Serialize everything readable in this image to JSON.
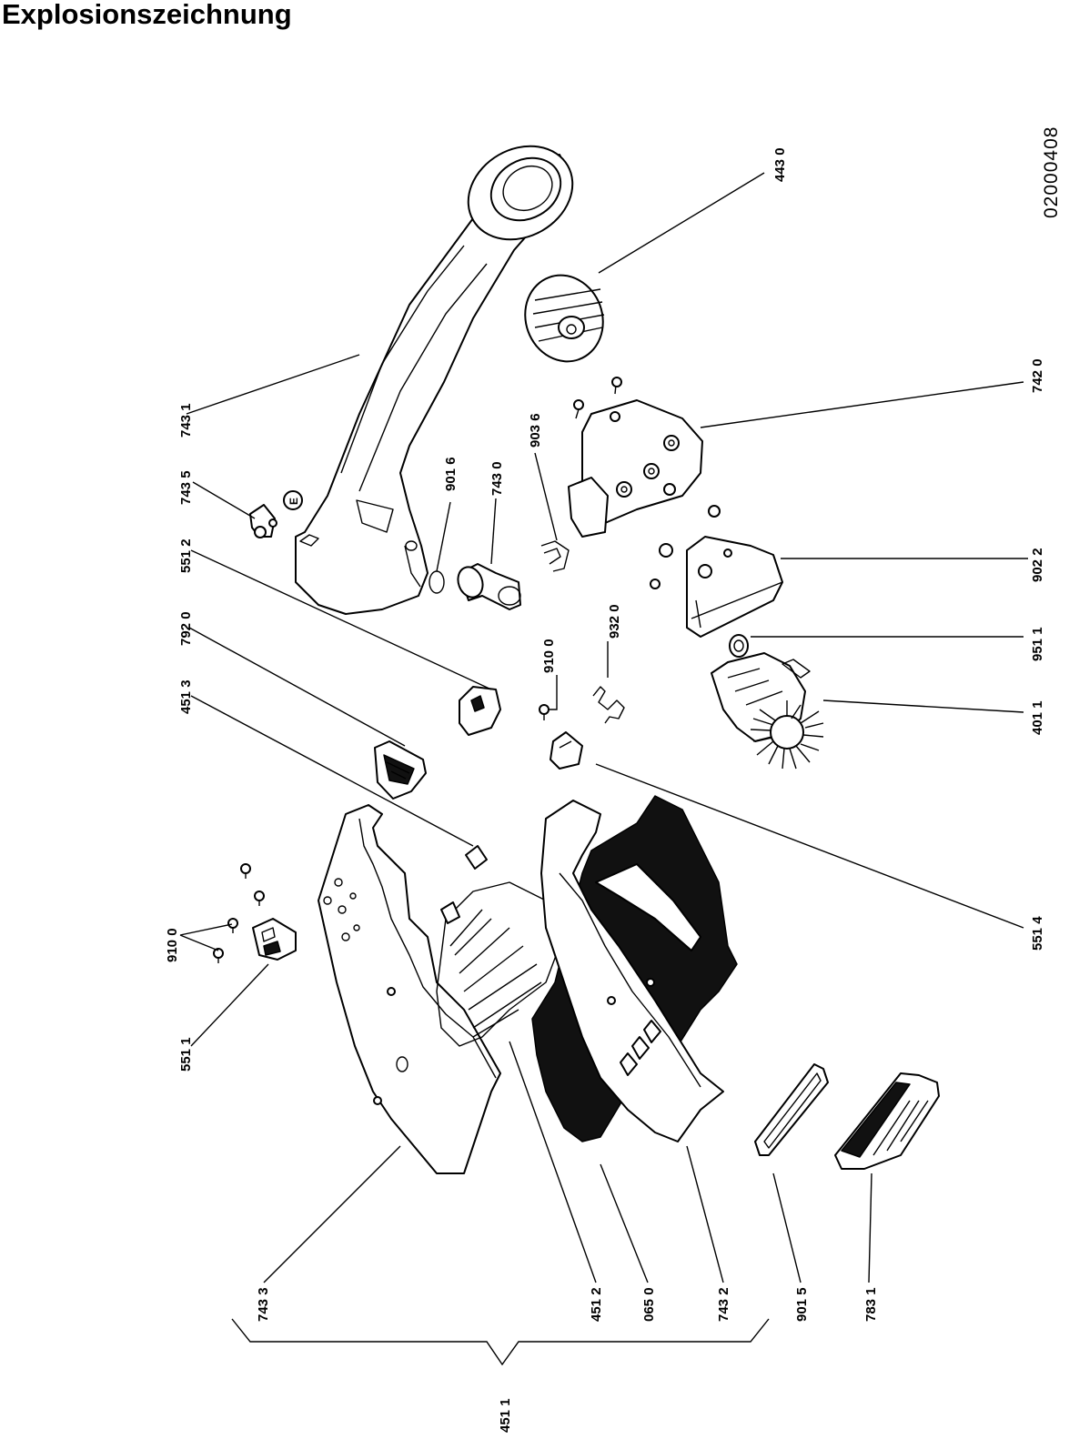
{
  "title": "Explosionszeichnung",
  "document_number": "02000408",
  "callouts": {
    "c4430": "443 0",
    "c7420": "742 0",
    "c7431": "743 1",
    "c7435": "743 5",
    "e_mark": "E",
    "c9016": "901 6",
    "c7430": "743 0",
    "c9036": "903 6",
    "c5512": "551 2",
    "c7920": "792 0",
    "c4513": "451 3",
    "c9022": "902 2",
    "c9511": "951 1",
    "c4011": "401 1",
    "c9100a": "910 0",
    "c9320": "932 0",
    "c5514": "551 4",
    "c9100b": "910 0",
    "c5511": "551 1",
    "c7433": "743 3",
    "c4512": "451 2",
    "c0650": "065 0",
    "c7432": "743 2",
    "c9015": "901 5",
    "c7831": "783 1",
    "c4511": "451 1"
  }
}
